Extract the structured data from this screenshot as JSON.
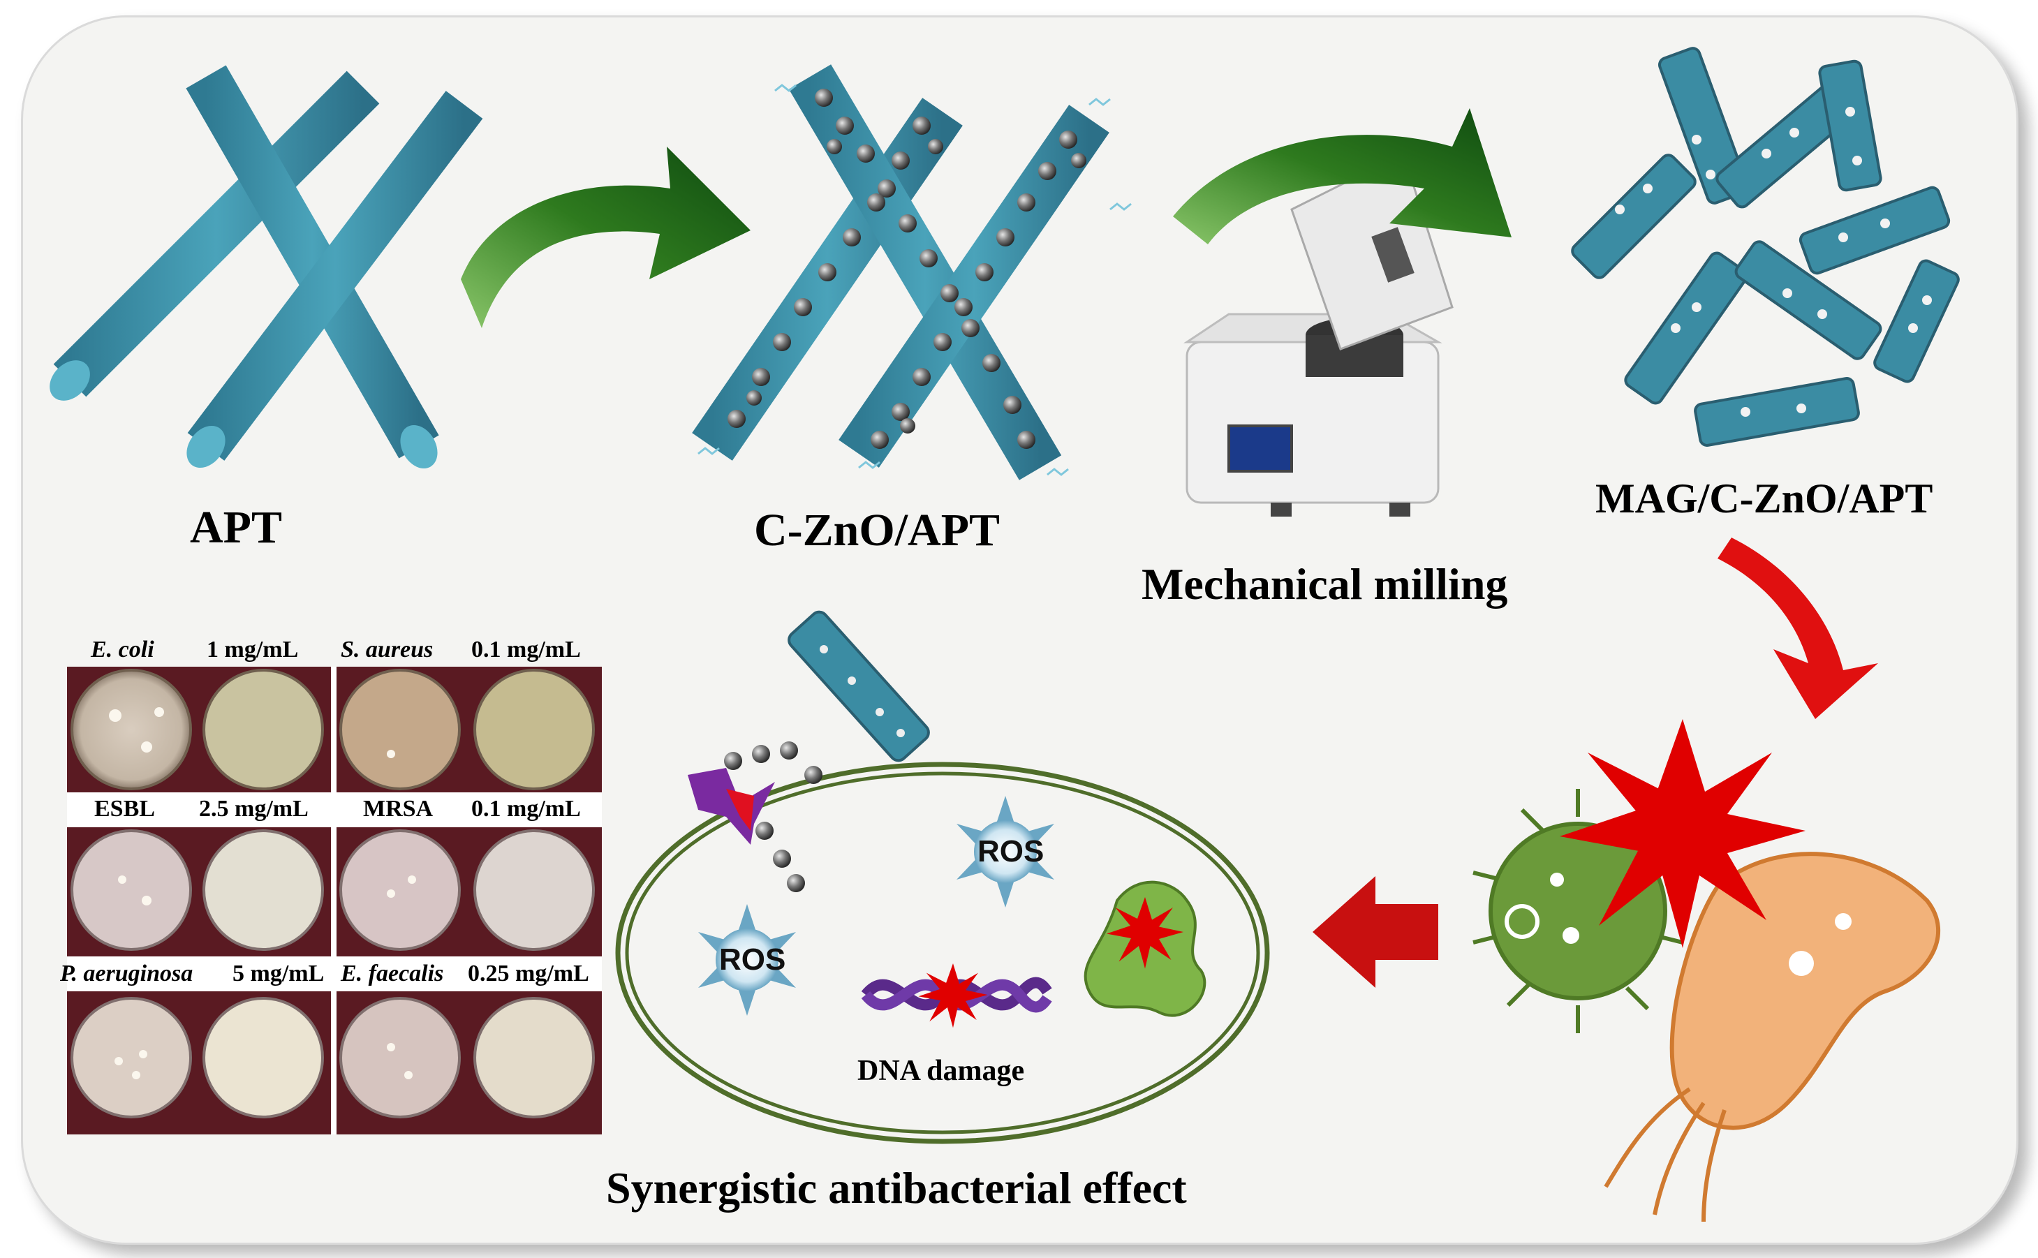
{
  "labels": {
    "apt": "APT",
    "czno_apt": "C-ZnO/APT",
    "mag_czno_apt": "MAG/C-ZnO/APT",
    "mechanical_milling": "Mechanical milling",
    "synergistic": "Synergistic antibacterial effect",
    "dna_damage": "DNA damage",
    "ros_1": "ROS",
    "ros_2": "ROS"
  },
  "plates": [
    {
      "organism": "E. coli",
      "concentration": "1 mg/mL",
      "italic": true
    },
    {
      "organism": "S. aureus",
      "concentration": "0.1 mg/mL",
      "italic": true
    },
    {
      "organism": "ESBL",
      "concentration": "2.5 mg/mL",
      "italic": false
    },
    {
      "organism": "MRSA",
      "concentration": "0.1 mg/mL",
      "italic": false
    },
    {
      "organism": "P. aeruginosa",
      "concentration": "5 mg/mL",
      "italic": true
    },
    {
      "organism": "E. faecalis",
      "concentration": "0.25 mg/mL",
      "italic": true
    }
  ],
  "colors": {
    "rod": "#3e8fa6",
    "green_arrow": "#2e7a1e",
    "red_arrow": "#e01010",
    "cell_ring": "#4f6d2a",
    "bacterium_green": "#6b9a3a",
    "bacterium_orange": "#f2b27a",
    "plate_bg": "#5a1a22"
  }
}
